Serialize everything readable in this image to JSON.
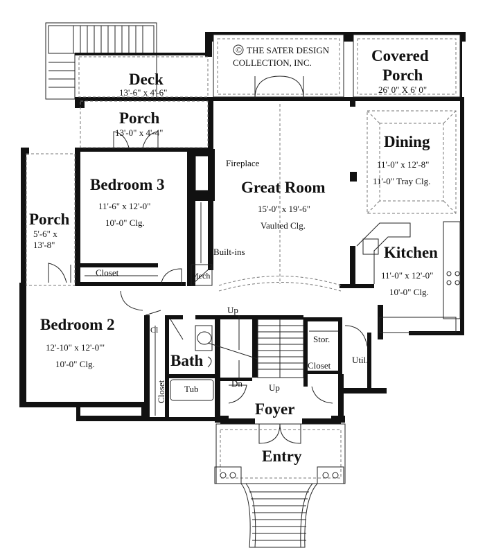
{
  "copyright": {
    "line1": "THE SATER DESIGN",
    "line2": "COLLECTION, INC.",
    "symbol": "©"
  },
  "rooms": {
    "deck": {
      "name": "Deck",
      "dims": "13'-6\" x 4'-6\""
    },
    "covered_porch": {
      "name1": "Covered",
      "name2": "Porch",
      "dims": "26' 0\" X 6' 0\""
    },
    "porch_top": {
      "name": "Porch",
      "dims": "13'-0\" x 4'-4\""
    },
    "bedroom3": {
      "name": "Bedroom 3",
      "dims": "11'-6\" x 12'-0\"",
      "ceiling": "10'-0\"  Clg."
    },
    "great_room": {
      "name": "Great Room",
      "dims": "15'-0\" x 19'-6\"",
      "ceiling": "Vaulted Clg."
    },
    "dining": {
      "name": "Dining",
      "dims": "11'-0\" x 12'-8\"",
      "ceiling": "11'-0\" Tray Clg."
    },
    "porch_left": {
      "name": "Porch",
      "dims1": "5'-6\" x",
      "dims2": "13'-8\""
    },
    "kitchen": {
      "name": "Kitchen",
      "dims": "11'-0\" x 12'-0\"",
      "ceiling": "10'-0\"  Clg."
    },
    "bedroom2": {
      "name": "Bedroom 2",
      "dims": "12'-10\" x 12'-0\"'",
      "ceiling": "10'-0\"  Clg."
    },
    "bath": {
      "name": "Bath"
    },
    "foyer": {
      "name": "Foyer"
    },
    "entry": {
      "name": "Entry"
    }
  },
  "labels": {
    "fireplace": "Fireplace",
    "builtins": "Built-ins",
    "closet_b3": "Closet",
    "mech": "Mech",
    "cl": "Cl",
    "closet_b2": "Closet",
    "tub": "Tub",
    "up_top": "Up",
    "up_bottom": "Up",
    "dn": "Dn",
    "stor": "Stor.",
    "closet_foyer": "Closet",
    "util": "Util."
  }
}
